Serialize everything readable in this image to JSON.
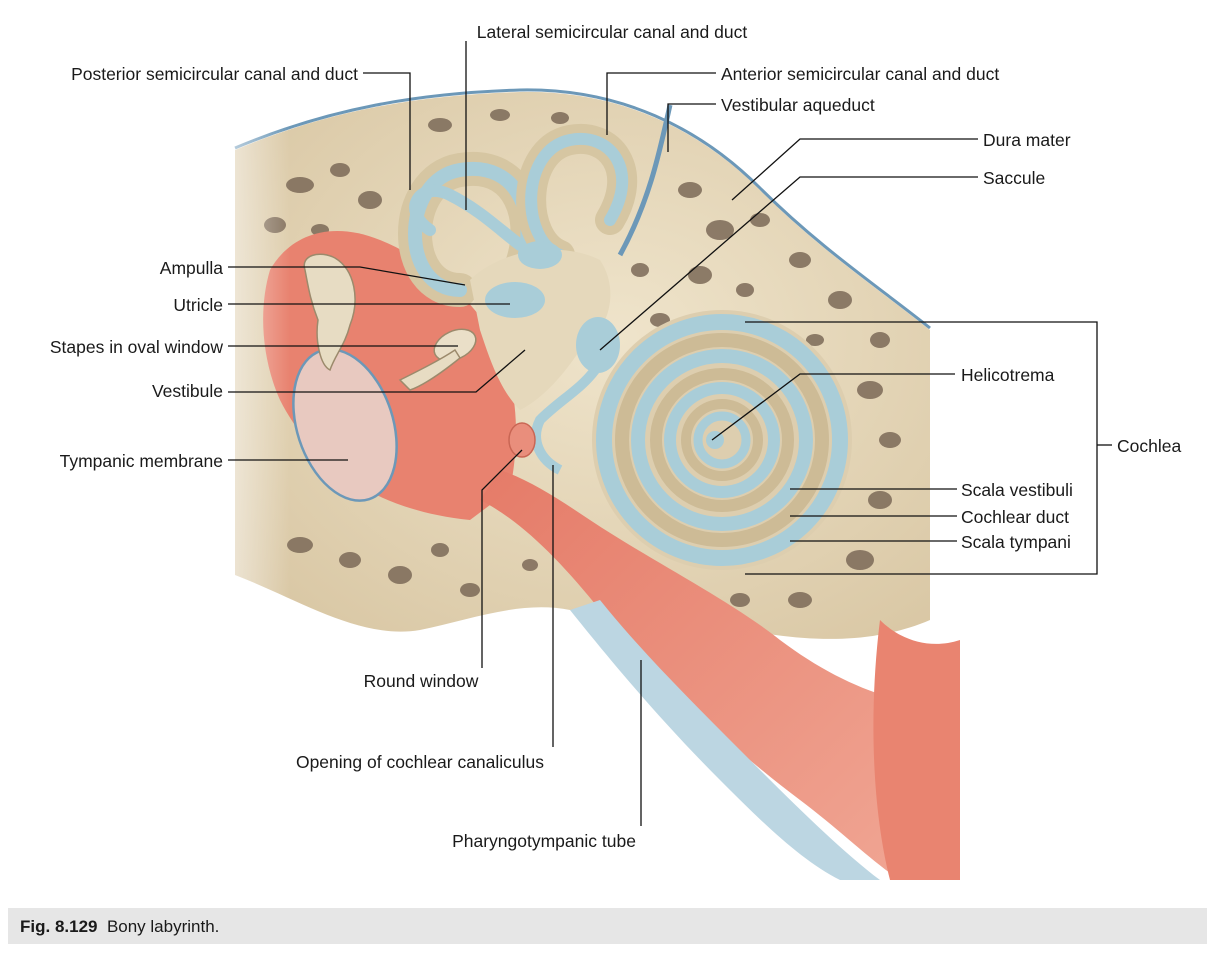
{
  "labels": {
    "lateral_canal": "Lateral semicircular canal and duct",
    "posterior_canal": "Posterior semicircular canal and duct",
    "anterior_canal": "Anterior semicircular canal and duct",
    "vestibular_aqueduct": "Vestibular aqueduct",
    "dura_mater": "Dura mater",
    "saccule": "Saccule",
    "ampulla": "Ampulla",
    "utricle": "Utricle",
    "stapes": "Stapes in oval window",
    "vestibule": "Vestibule",
    "helicotrema": "Helicotrema",
    "cochlea": "Cochlea",
    "tympanic_membrane": "Tympanic membrane",
    "scala_vestibuli": "Scala vestibuli",
    "cochlear_duct": "Cochlear duct",
    "scala_tympani": "Scala tympani",
    "round_window": "Round window",
    "cochlear_canaliculus": "Opening of cochlear canaliculus",
    "pharyngotympanic_tube": "Pharyngotympanic tube"
  },
  "caption": {
    "number": "Fig. 8.129",
    "text": "Bony labyrinth."
  },
  "colors": {
    "bone": "#e9dcc0",
    "bone_pore": "#7c6a58",
    "membrane_blue": "#a9cdd8",
    "mucosa_red": "#e8826f",
    "dura_blue": "#6c98b8",
    "caption_bg": "#e6e6e6"
  }
}
